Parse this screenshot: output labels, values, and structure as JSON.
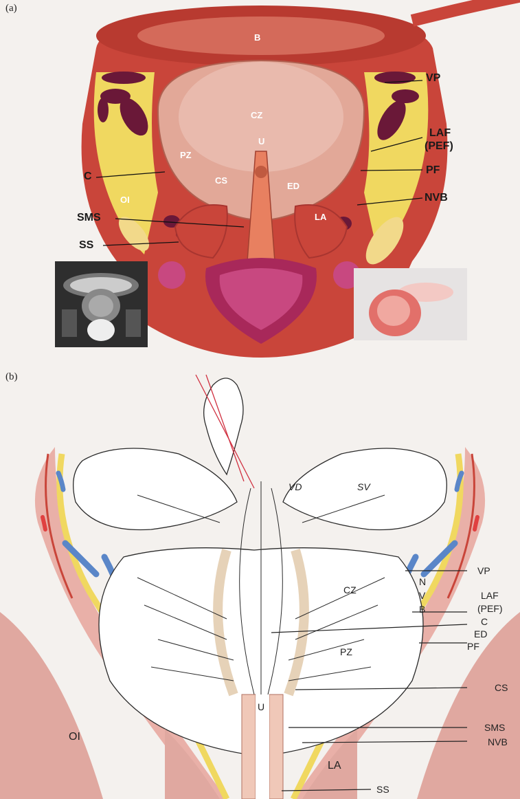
{
  "panels": {
    "a": "(a)",
    "b": "(b)"
  },
  "labels_a": {
    "B": "B",
    "CZ": "CZ",
    "U": "U",
    "PZ": "PZ",
    "CS": "CS",
    "ED": "ED",
    "OI": "OI",
    "LA": "LA",
    "VP": "VP",
    "LAF": "LAF",
    "PEF": "(PEF)",
    "PF": "PF",
    "NVB": "NVB",
    "C": "C",
    "SMS": "SMS",
    "SS": "SS"
  },
  "labels_b": {
    "VD": "VD",
    "SV": "SV",
    "CZ": "CZ",
    "PZ": "PZ",
    "U": "U",
    "OI": "OI",
    "LA": "LA",
    "VP": "VP",
    "N": "N",
    "V": "V",
    "Bn": "B",
    "LAF": "LAF",
    "PEF": "(PEF)",
    "C": "C",
    "ED": "ED",
    "PF": "PF",
    "CS": "CS",
    "SMS": "SMS",
    "NVB": "NVB",
    "SS": "SS"
  },
  "colors": {
    "muscle": "#c9453a",
    "fat": "#f0d860",
    "gland": "#e8b4a8",
    "vein": "#6a1838",
    "line": "#2a2a2a"
  }
}
